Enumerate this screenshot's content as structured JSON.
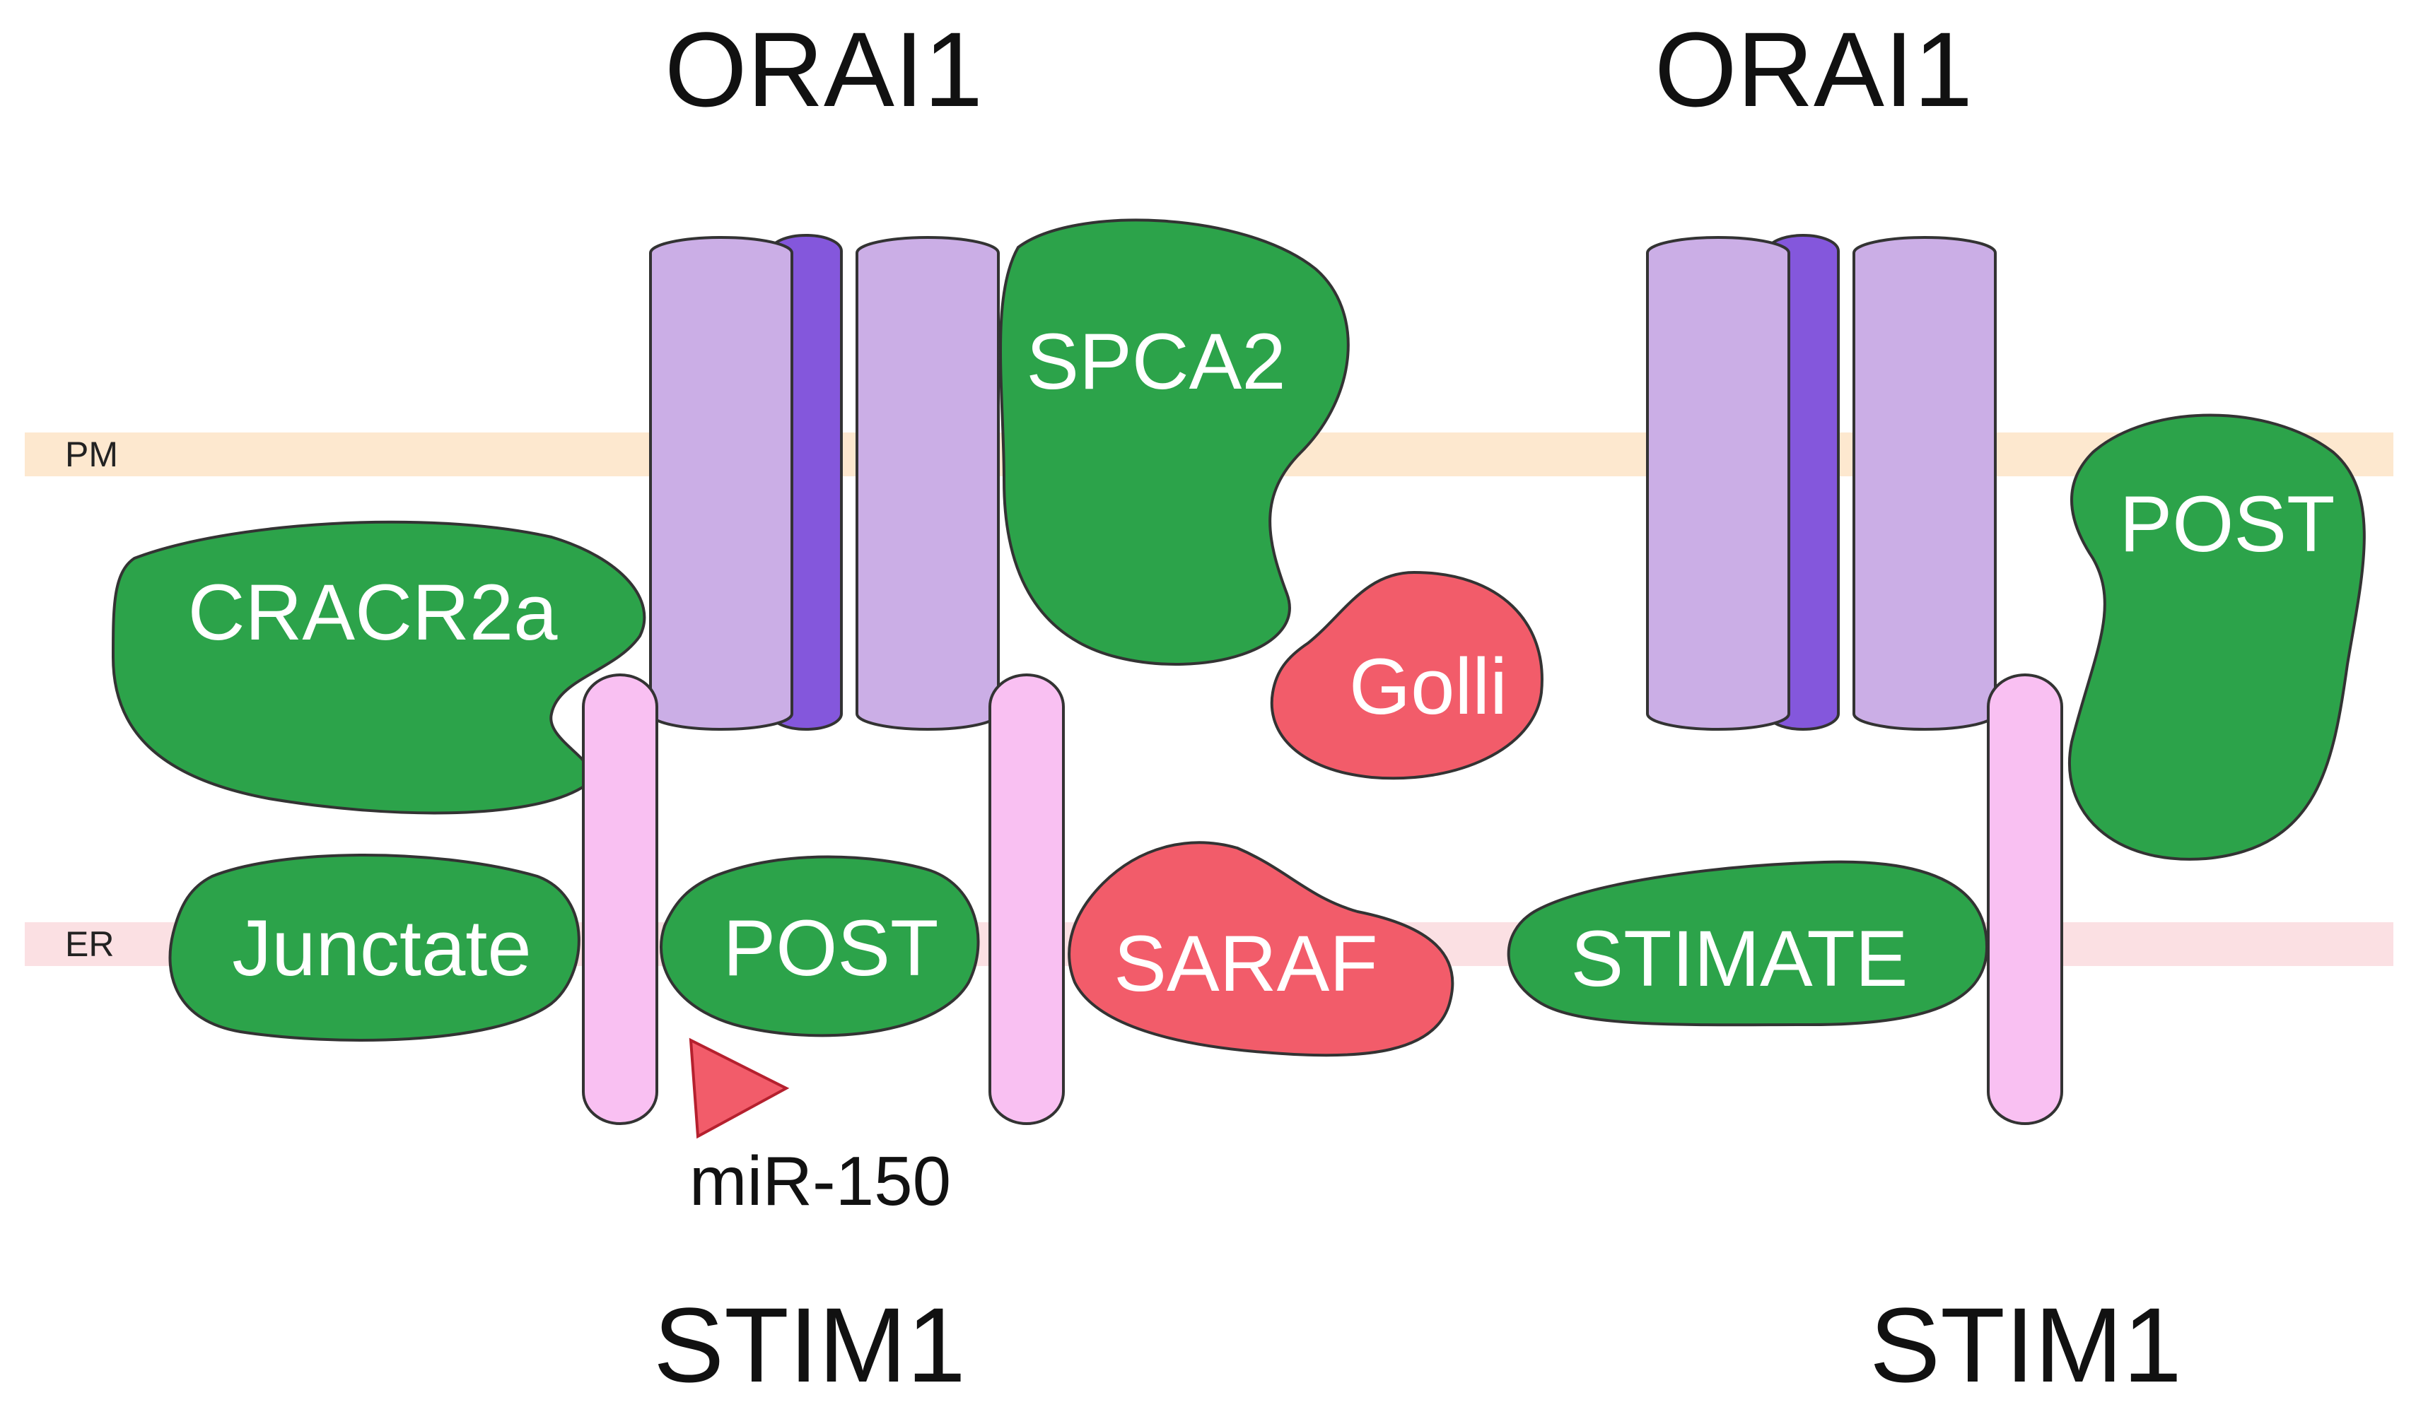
{
  "labels": {
    "orai1_left": "ORAI1",
    "orai1_right": "ORAI1",
    "stim1_left": "STIM1",
    "stim1_right": "STIM1",
    "pm": "PM",
    "er": "ER",
    "mir150": "miR-150"
  },
  "proteins": {
    "spca2": "SPCA2",
    "cracr2a": "CRACR2a",
    "golli": "Golli",
    "junctate": "Junctate",
    "post_left": "POST",
    "saraf": "SARAF",
    "stimate": "STIMATE",
    "post_right": "POST"
  },
  "colors": {
    "positive_regulator": "#2ca34a",
    "negative_regulator": "#f25c6a",
    "orai_subunit": "#cbaee6",
    "orai_pore": "#8457dc",
    "stim1": "#f9c0f2",
    "pm_band": "#fde8cf",
    "er_band": "#fbe0e3"
  }
}
